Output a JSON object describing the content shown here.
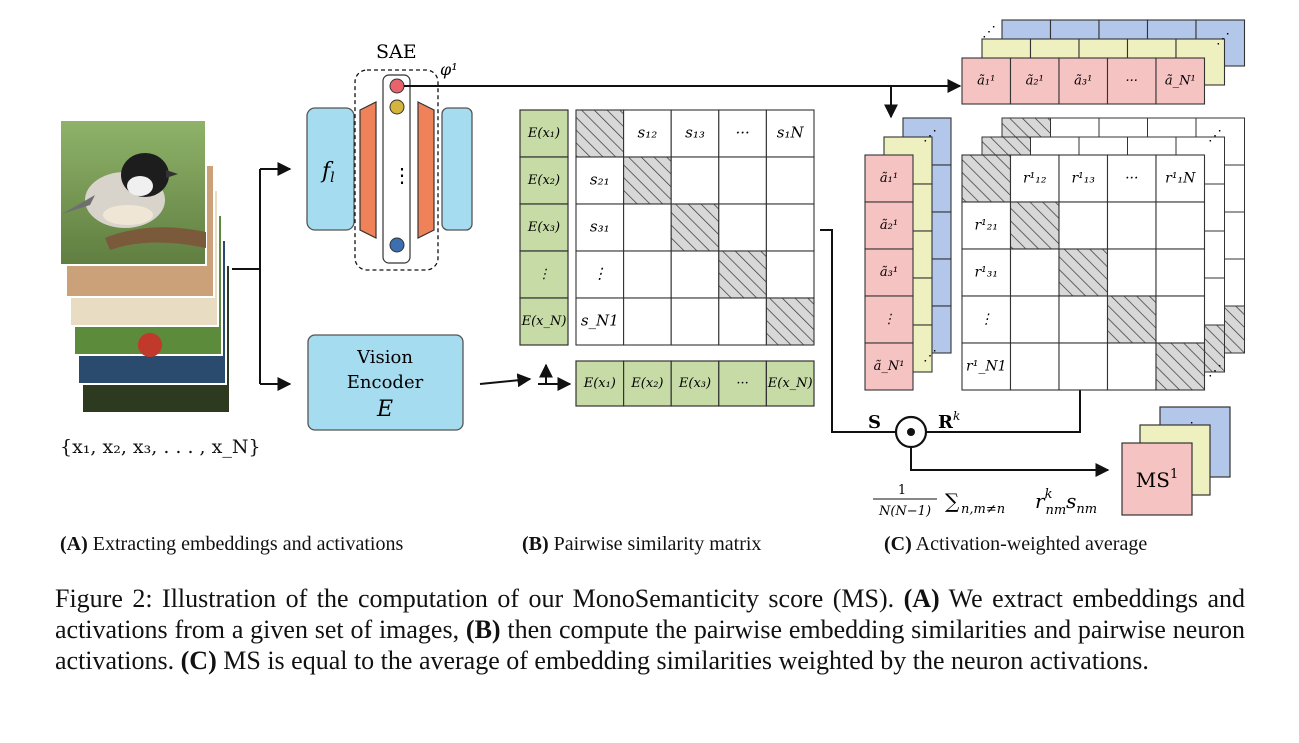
{
  "panel_a": {
    "sae_label": "SAE",
    "phi_label": "φ¹",
    "layer_label": "f",
    "layer_sub": "l",
    "encoder_line1": "Vision",
    "encoder_line2": "Encoder",
    "encoder_symbol": "E",
    "image_set_label": "{x₁, x₂, x₃, . . . , x_N}",
    "caption_bold": "(A)",
    "caption_text": " Extracting embeddings and activations"
  },
  "panel_b": {
    "row_embeddings": [
      "E(x₁)",
      "E(x₂)",
      "E(x₃)",
      "⋮",
      "E(x_N)"
    ],
    "col_embeddings": [
      "E(x₁)",
      "E(x₂)",
      "E(x₃)",
      "···",
      "E(x_N)"
    ],
    "top_row": [
      "s₁₂",
      "s₁₃",
      "···",
      "s₁N"
    ],
    "left_col": [
      "s₂₁",
      "s₃₁",
      "⋮",
      "s_N1"
    ],
    "caption_bold": "(B)",
    "caption_text": " Pairwise similarity matrix"
  },
  "panel_c": {
    "top_activations": [
      "ã₁¹",
      "ã₂¹",
      "ã₃¹",
      "···",
      "ã_N¹"
    ],
    "left_activations": [
      "ã₁¹",
      "ã₂¹",
      "ã₃¹",
      "⋮",
      "ã_N¹"
    ],
    "top_row": [
      "r¹₁₂",
      "r¹₁₃",
      "···",
      "r¹₁N"
    ],
    "left_col": [
      "r¹₂₁",
      "r¹₃₁",
      "⋮",
      "r¹_N1"
    ],
    "s_label": "S",
    "r_label": "R",
    "r_sup": "k",
    "ms_label": "MS",
    "ms_sup": "1",
    "formula_num": "1",
    "formula_den": "N(N−1)",
    "formula_sum": "∑",
    "formula_sum_sub": "n,m≠n",
    "formula_r": "r",
    "formula_r_sup": "k",
    "formula_r_sub": "nm",
    "formula_s": "s",
    "formula_s_sub": "nm",
    "caption_bold": "(C)",
    "caption_text": " Activation-weighted average"
  },
  "figure_caption": {
    "prefix": "Figure 2: Illustration of the computation of our MonoSemanticity score (MS). ",
    "a_bold": "(A)",
    "a_text": " We extract embeddings and activations from a given set of images, ",
    "b_bold": "(B)",
    "b_text": " then compute the pairwise embedding similarities and pairwise neuron activations. ",
    "c_bold": "(C)",
    "c_text": " MS is equal to the average of embedding similarities weighted by the neuron activations."
  },
  "colors": {
    "blue": "#a6dcef",
    "orange": "#f0825a",
    "green": "#c6dba6",
    "pink": "#f6c3c3",
    "yellow": "#eff0c0",
    "lavender": "#b3c7ea",
    "hatch_gray": "#d6d6d6",
    "neuron_red": "#e8636b",
    "neuron_yellow": "#d4b43a",
    "neuron_blue": "#3b6fb0"
  }
}
